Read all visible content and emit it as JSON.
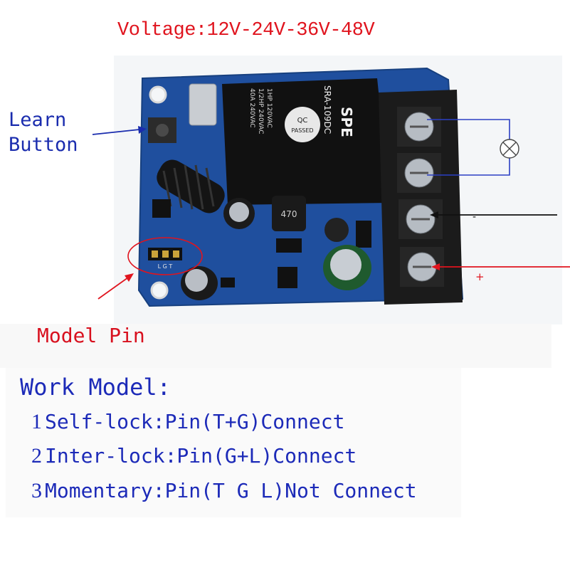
{
  "header": {
    "voltage_label": "Voltage:12V-24V-36V-48V"
  },
  "callouts": {
    "learn_line1": "Learn",
    "learn_line2": "Button",
    "model_pin": "Model Pin",
    "minus": "-",
    "plus": "+"
  },
  "board": {
    "relay_brand": "SPE",
    "relay_model": "SRA-109DC",
    "relay_rating_1": "1HP 120VAC",
    "relay_rating_2": "1/2HP 240VAC",
    "relay_rating_3": "40A 240VAC",
    "qc_line1": "QC",
    "qc_line2": "PASSED",
    "inductor_label": "470",
    "pin_labels": "L G T"
  },
  "work_model": {
    "title": "Work Model:",
    "modes": [
      {
        "num": "1",
        "text": "Self-lock:Pin(T+G)Connect"
      },
      {
        "num": "2",
        "text": "Inter-lock:Pin(G+L)Connect"
      },
      {
        "num": "3",
        "text": "Momentary:Pin(T G L)Not Connect"
      }
    ]
  },
  "colors": {
    "title_red": "#e0141e",
    "callout_blue": "#1a2cae",
    "pcb_blue": "#1f4f9e",
    "terminal_black": "#1a1a1a"
  }
}
